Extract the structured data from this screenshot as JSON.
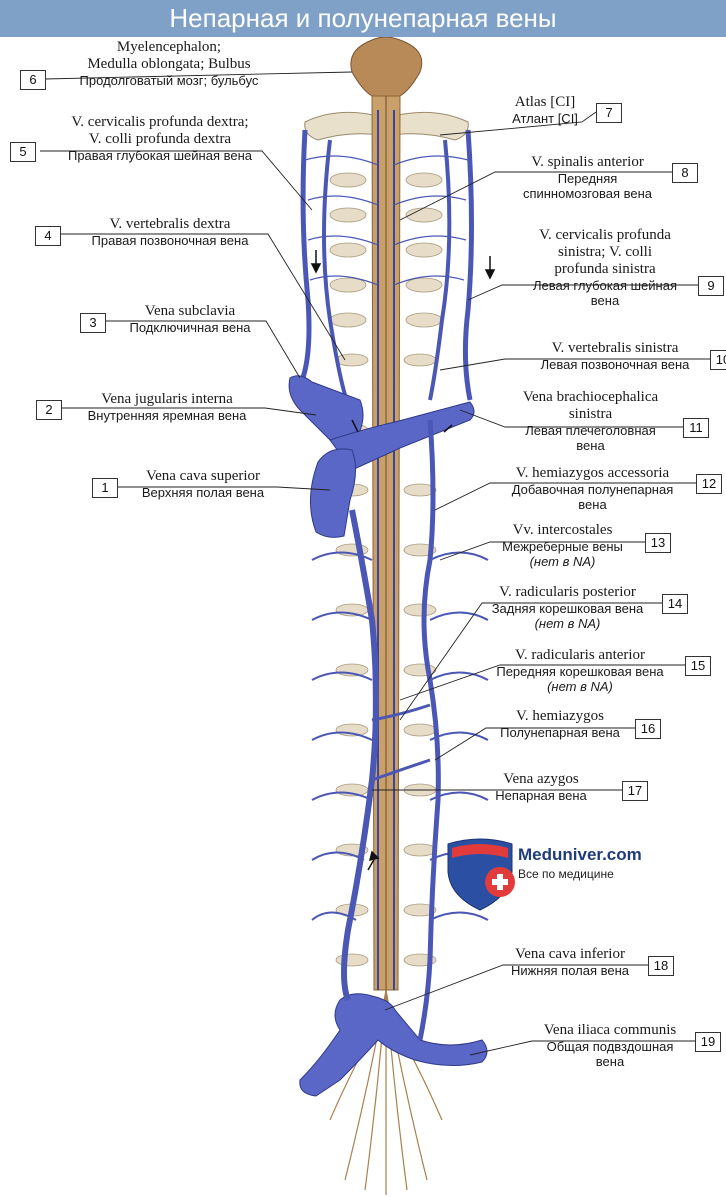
{
  "title": "Непарная и полунепарная вены",
  "labels": [
    {
      "num": "1",
      "lat": "Vena cava superior",
      "ru": "Верхняя полая вена"
    },
    {
      "num": "2",
      "lat": "Vena jugularis interna",
      "ru": "Внутренняя яремная вена"
    },
    {
      "num": "3",
      "lat": "Vena subclavia",
      "ru": "Подключичная вена"
    },
    {
      "num": "4",
      "lat": "V. vertebralis dextra",
      "ru": "Правая позвоночная вена"
    },
    {
      "num": "5",
      "lat1": "V. cervicalis profunda dextra;",
      "lat2": "V. colli profunda dextra",
      "ru": "Правая глубокая шейная вена"
    },
    {
      "num": "6",
      "lat1": "Myelencephalon;",
      "lat2": "Medulla oblongata; Bulbus",
      "ru": "Продолговатый мозг; бульбус"
    },
    {
      "num": "7",
      "lat": "Atlas [CI]",
      "ru": "Атлант [CI]"
    },
    {
      "num": "8",
      "lat": "V. spinalis anterior",
      "ru1": "Передняя",
      "ru2": "спинномозговая вена"
    },
    {
      "num": "9",
      "lat1": "V. cervicalis profunda",
      "lat2": "sinistra; V. colli",
      "lat3": "profunda sinistra",
      "ru1": "Левая глубокая шейная",
      "ru2": "вена"
    },
    {
      "num": "10",
      "lat": "V. vertebralis sinistra",
      "ru": "Левая позвоночная вена"
    },
    {
      "num": "11",
      "lat1": "Vena brachiocephalica",
      "lat2": "sinistra",
      "ru1": "Левая плечеголовная",
      "ru2": "вена"
    },
    {
      "num": "12",
      "lat": "V. hemiazygos accessoria",
      "ru1": "Добавочная полунепарная",
      "ru2": "вена"
    },
    {
      "num": "13",
      "lat": "Vv. intercostales",
      "ru": "Межреберные вены",
      "na": "(нет в NA)"
    },
    {
      "num": "14",
      "lat": "V. radicularis posterior",
      "ru": "Задняя корешковая вена",
      "na": "(нет в NA)"
    },
    {
      "num": "15",
      "lat": "V. radicularis anterior",
      "ru": "Передняя корешковая вена",
      "na": "(нет в NA)"
    },
    {
      "num": "16",
      "lat": "V. hemiazygos",
      "ru": "Полунепарная вена"
    },
    {
      "num": "17",
      "lat": "Vena azygos",
      "ru": "Непарная вена"
    },
    {
      "num": "18",
      "lat": "Vena cava inferior",
      "ru": "Нижняя полая вена"
    },
    {
      "num": "19",
      "lat": "Vena iliaca communis",
      "ru1": "Общая подвздошная",
      "ru2": "вена"
    }
  ],
  "logo": {
    "name": "Meduniver.com",
    "tagline": "Все по медицине"
  },
  "colors": {
    "title_bar": "#7fa1c8",
    "vein": "#4b57b5",
    "vein_light": "#6d7bd6",
    "cord": "#c9a06a",
    "bone": "#e6dcc8"
  }
}
